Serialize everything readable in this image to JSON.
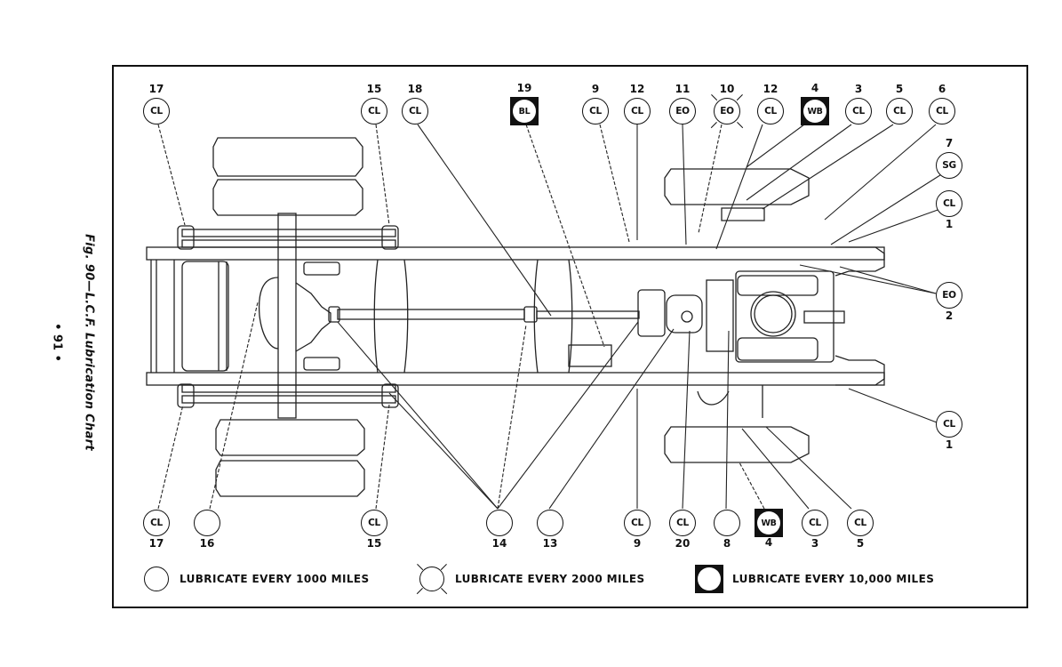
{
  "figure": {
    "caption": "Fig. 90—L.C.F. Lubrication Chart",
    "page_number": "• 91 •"
  },
  "callouts_top": [
    {
      "id": "17",
      "code": "CL",
      "style": "plain"
    },
    {
      "id": "15",
      "code": "CL",
      "style": "plain"
    },
    {
      "id": "18",
      "code": "CL",
      "style": "plain"
    },
    {
      "id": "19",
      "code": "BL",
      "style": "boxed"
    },
    {
      "id": "9",
      "code": "CL",
      "style": "plain"
    },
    {
      "id": "12",
      "code": "CL",
      "style": "plain"
    },
    {
      "id": "11",
      "code": "EO",
      "style": "plain"
    },
    {
      "id": "10",
      "code": "EO",
      "style": "crossed"
    },
    {
      "id": "12",
      "code": "CL",
      "style": "plain"
    },
    {
      "id": "4",
      "code": "WB",
      "style": "boxed"
    },
    {
      "id": "3",
      "code": "CL",
      "style": "plain"
    },
    {
      "id": "5",
      "code": "CL",
      "style": "plain"
    },
    {
      "id": "6",
      "code": "CL",
      "style": "plain"
    }
  ],
  "callouts_right": [
    {
      "id": "7",
      "code": "SG",
      "style": "plain"
    },
    {
      "id": "1",
      "code": "CL",
      "style": "plain"
    },
    {
      "id": "2",
      "code": "EO",
      "style": "plain"
    },
    {
      "id": "1",
      "code": "CL",
      "style": "plain"
    }
  ],
  "callouts_bottom": [
    {
      "id": "17",
      "code": "CL",
      "style": "plain"
    },
    {
      "id": "16",
      "code": "",
      "style": "plain"
    },
    {
      "id": "15",
      "code": "CL",
      "style": "plain"
    },
    {
      "id": "14",
      "code": "",
      "style": "plain"
    },
    {
      "id": "13",
      "code": "",
      "style": "plain"
    },
    {
      "id": "9",
      "code": "CL",
      "style": "plain"
    },
    {
      "id": "20",
      "code": "CL",
      "style": "plain"
    },
    {
      "id": "8",
      "code": "",
      "style": "plain"
    },
    {
      "id": "4",
      "code": "WB",
      "style": "boxed"
    },
    {
      "id": "3",
      "code": "CL",
      "style": "plain"
    },
    {
      "id": "5",
      "code": "CL",
      "style": "plain"
    }
  ],
  "legend": [
    {
      "symbol": "plain-circle",
      "label": "LUBRICATE EVERY 1000 MILES"
    },
    {
      "symbol": "crossed-circle",
      "label": "LUBRICATE EVERY 2000 MILES"
    },
    {
      "symbol": "boxed-circle",
      "label": "LUBRICATE EVERY 10,000 MILES"
    }
  ]
}
